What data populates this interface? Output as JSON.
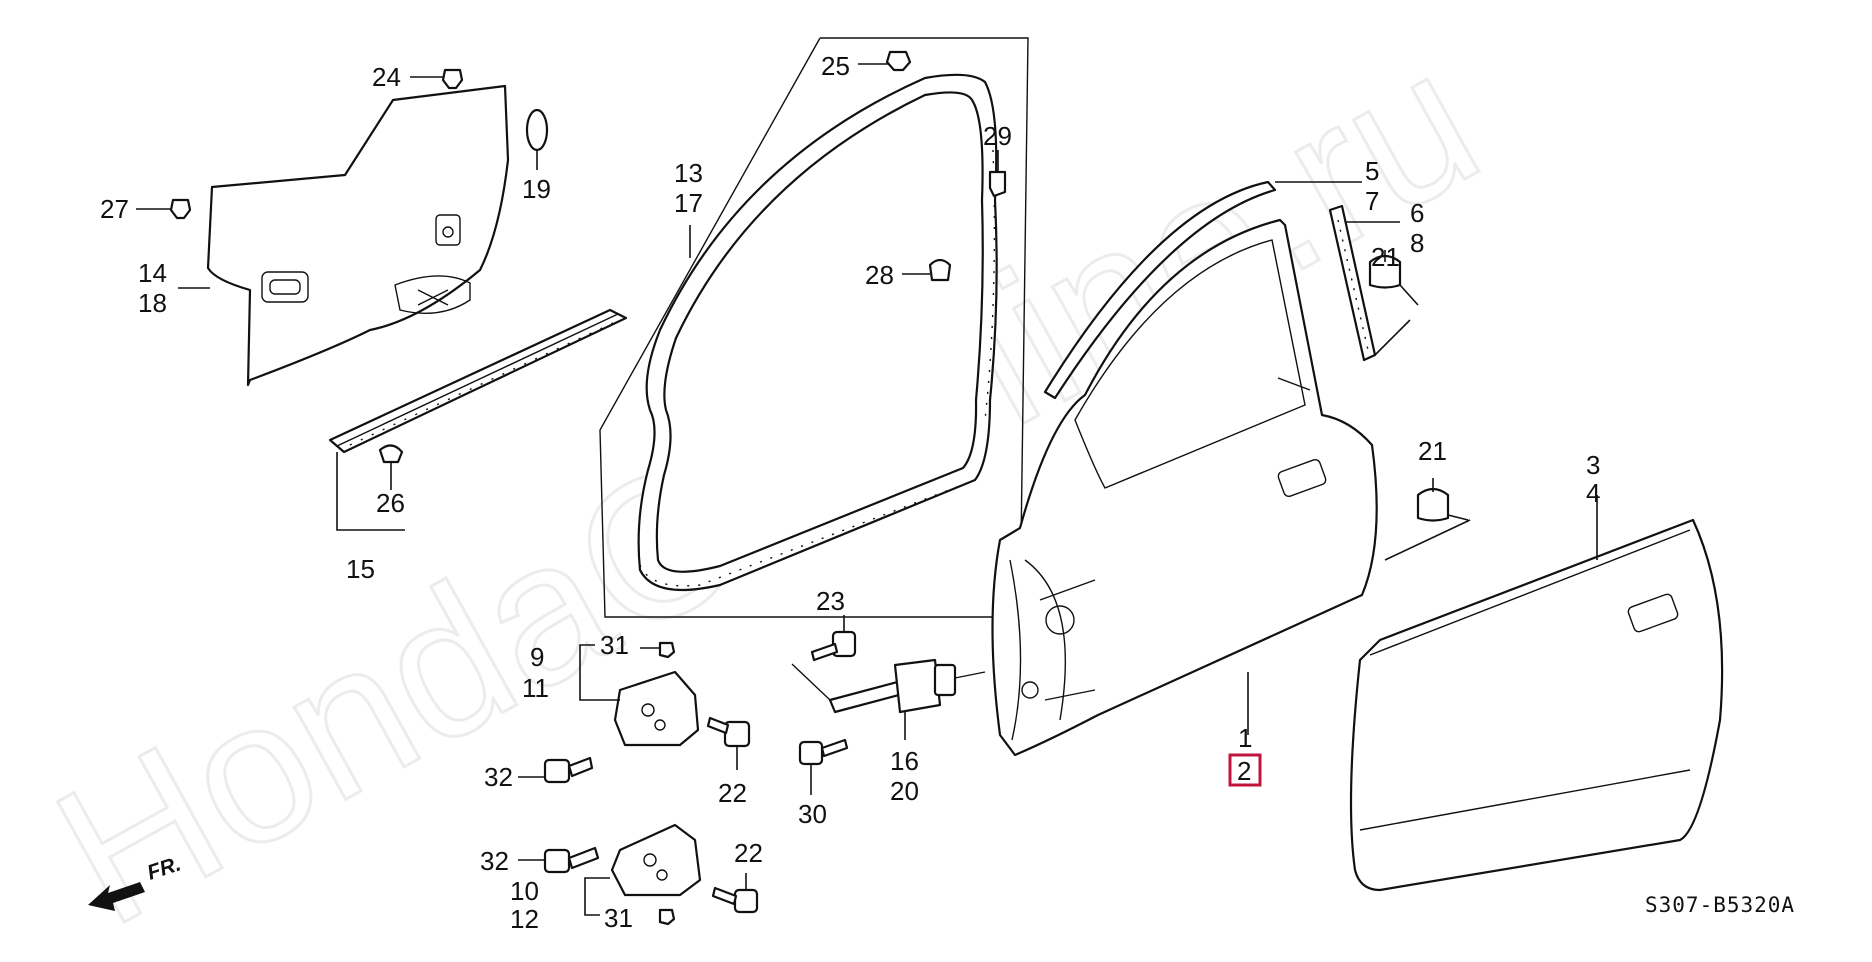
{
  "diagram": {
    "watermark": "HondaCarMine.ru",
    "diagram_code": "S307-B5320A",
    "front_arrow_label": "FR.",
    "highlight_color": "#c0143c",
    "highlighted_part": "2",
    "callouts": {
      "c24": "24",
      "c27": "27",
      "c14": "14",
      "c18": "18",
      "c19": "19",
      "c26": "26",
      "c15": "15",
      "c25": "25",
      "c13": "13",
      "c17": "17",
      "c29": "29",
      "c28": "28",
      "c5": "5",
      "c7": "7",
      "c6": "6",
      "c8": "8",
      "c21a": "21",
      "c21b": "21",
      "c3": "3",
      "c4": "4",
      "c1": "1",
      "c2": "2",
      "c23": "23",
      "c31a": "31",
      "c9": "9",
      "c11": "11",
      "c22a": "22",
      "c16": "16",
      "c20": "20",
      "c30": "30",
      "c32a": "32",
      "c32b": "32",
      "c10": "10",
      "c12": "12",
      "c31b": "31",
      "c22b": "22"
    }
  }
}
